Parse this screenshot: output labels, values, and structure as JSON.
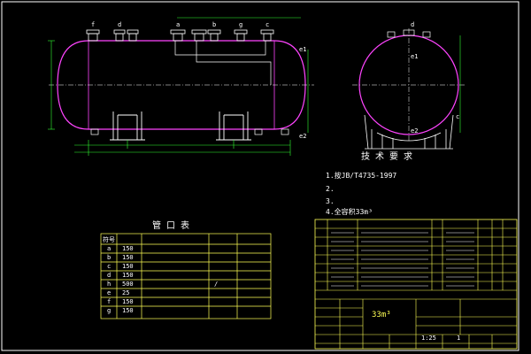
{
  "window": {
    "bg": "#000000",
    "line_white": "#ffffff",
    "line_yellow": "#ffff55",
    "line_green": "#33ff33",
    "line_magenta": "#ff44ff",
    "line_cyan": "#44ffff"
  },
  "front_view": {
    "nozzle_labels": [
      "f",
      "d",
      "a",
      "b",
      "g",
      "c"
    ],
    "side_labels": [
      "e1",
      "e2"
    ]
  },
  "side_view": {
    "labels": [
      "d",
      "e1",
      "e2",
      "c"
    ]
  },
  "tech_requirements": {
    "title": "技 术 要 求",
    "items": [
      "1.按JB/T4735-1997",
      "2.",
      "3.",
      "4.全容积33m³"
    ]
  },
  "nozzle_table": {
    "title": "管 口 表",
    "headers": [
      "符号",
      "",
      "",
      "",
      ""
    ],
    "rows": [
      {
        "sym": "a",
        "dn": "150",
        "std": "",
        "face": "",
        "use": ""
      },
      {
        "sym": "b",
        "dn": "150",
        "std": "",
        "face": "",
        "use": ""
      },
      {
        "sym": "c",
        "dn": "150",
        "std": "",
        "face": "",
        "use": ""
      },
      {
        "sym": "d",
        "dn": "150",
        "std": "",
        "face": "",
        "use": ""
      },
      {
        "sym": "h",
        "dn": "500",
        "std": "",
        "face": "/",
        "use": ""
      },
      {
        "sym": "e",
        "dn": "25",
        "std": "",
        "face": "",
        "use": ""
      },
      {
        "sym": "f",
        "dn": "150",
        "std": "",
        "face": "",
        "use": ""
      },
      {
        "sym": "g",
        "dn": "150",
        "std": "",
        "face": "",
        "use": ""
      }
    ]
  },
  "title_block": {
    "drawing_title": "33m³",
    "scale": "1:25",
    "sheet": "1"
  }
}
